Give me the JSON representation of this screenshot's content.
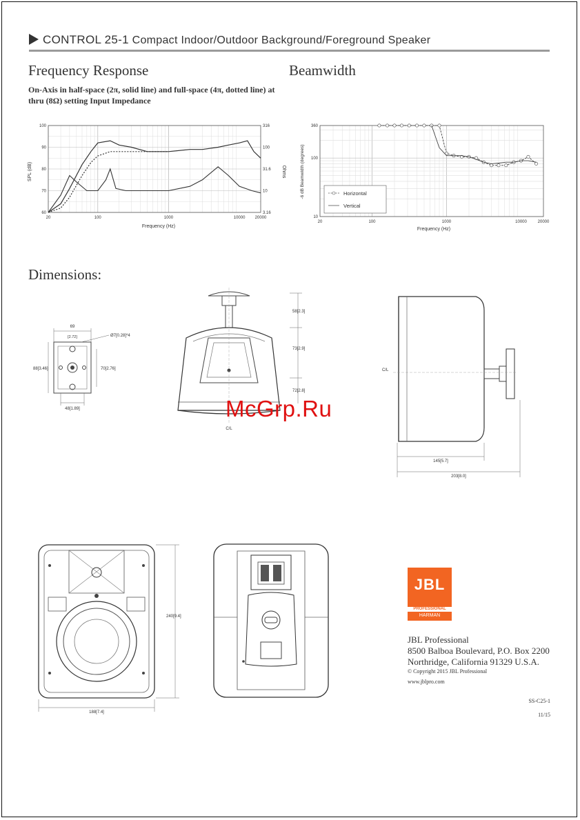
{
  "header": {
    "model": "CONTROL 25-1",
    "title": "Compact Indoor/Outdoor Background/Foreground Speaker"
  },
  "sections": {
    "frequency_response": "Frequency Response",
    "frequency_subtitle": "On-Axis in half-space (2π, solid line) and full-space (4π, dotted line) at thru (8Ω) setting Input Impedance",
    "beamwidth": "Beamwidth",
    "dimensions": "Dimensions:"
  },
  "chart_data": [
    {
      "type": "line",
      "x_scale": "log",
      "xlim": [
        20,
        20000
      ],
      "ylim": [
        60,
        100
      ],
      "xlabel": "Frequency (Hz)",
      "ylabel": "SPL (dB)",
      "y2label": "Ohms",
      "x_ticks": [
        "20",
        "100",
        "1000",
        "10000",
        "20000"
      ],
      "y_ticks": [
        "60",
        "70",
        "80",
        "90",
        "100"
      ],
      "y2_ticks": [
        "3.16",
        "10",
        "31.6",
        "100",
        "316"
      ],
      "series": [
        {
          "style": "solid",
          "x": [
            20,
            30,
            40,
            60,
            80,
            100,
            150,
            200,
            300,
            500,
            700,
            1000,
            2000,
            3000,
            5000,
            7000,
            10000,
            13000,
            16000,
            20000
          ],
          "y": [
            60,
            64,
            71,
            82,
            88,
            92,
            93,
            91,
            90,
            88,
            88,
            88,
            89,
            89,
            90,
            91,
            92,
            93,
            88,
            85
          ]
        },
        {
          "style": "dotted",
          "x": [
            20,
            30,
            40,
            60,
            80,
            100,
            150,
            200,
            300,
            500,
            700,
            1000
          ],
          "y": [
            60,
            62,
            67,
            77,
            83,
            86,
            88,
            88,
            88,
            88,
            88,
            88
          ]
        },
        {
          "style": "impedance",
          "x": [
            20,
            30,
            40,
            50,
            70,
            100,
            130,
            150,
            180,
            250,
            500,
            1000,
            2000,
            3000,
            5000,
            7000,
            10000,
            15000,
            20000
          ],
          "y": [
            60,
            68,
            77,
            74,
            70,
            70,
            75,
            80,
            71,
            70,
            70,
            70,
            72,
            75,
            81,
            77,
            72,
            70,
            69
          ]
        }
      ]
    },
    {
      "type": "line",
      "x_scale": "log",
      "y_scale": "log",
      "xlim": [
        20,
        20000
      ],
      "ylim": [
        10,
        360
      ],
      "xlabel": "Frequency (Hz)",
      "ylabel": "-6 dB Beamwidth (degrees)",
      "x_ticks": [
        "20",
        "100",
        "1000",
        "10000",
        "20000"
      ],
      "y_ticks": [
        "10",
        "100",
        "360"
      ],
      "legend": "bottom-left",
      "series": [
        {
          "name": "Horizontal",
          "marker": "circle",
          "x": [
            125,
            160,
            200,
            250,
            315,
            400,
            500,
            630,
            800,
            1000,
            1250,
            1600,
            2000,
            2500,
            3150,
            4000,
            5000,
            6300,
            8000,
            10000,
            12500,
            16000
          ],
          "y": [
            360,
            360,
            360,
            360,
            360,
            360,
            360,
            360,
            360,
            120,
            110,
            105,
            105,
            100,
            85,
            75,
            75,
            75,
            85,
            90,
            105,
            80
          ]
        },
        {
          "name": "Vertical",
          "marker": "none",
          "x": [
            630,
            800,
            1000,
            1250,
            1600,
            2000,
            2500,
            3150,
            4000,
            5000,
            6300,
            8000,
            10000,
            12500,
            16000
          ],
          "y": [
            360,
            150,
            110,
            110,
            110,
            105,
            95,
            85,
            80,
            82,
            85,
            85,
            90,
            90,
            85
          ]
        }
      ]
    }
  ],
  "dimension_labels": {
    "w69": "69",
    "w69_in": "[2.72]",
    "hole": "Ø7[0.28]*4",
    "h88": "88[3.46]",
    "h70": "70[2.76]",
    "w48": "48[1.89]",
    "d58": "58[2.3]",
    "d73a": "73[2.9]",
    "d72": "72[2.8]",
    "ca1": "C/L",
    "ca2": "C/L",
    "d145": "145[5.7]",
    "d203": "203[8.0]",
    "h240": "240[9.4]",
    "w188": "188[7.4]"
  },
  "watermark": "McGrp.Ru",
  "logo": {
    "brand": "JBL",
    "line1": "PROFESSIONAL",
    "line2": "HARMAN"
  },
  "contact": {
    "company": "JBL Professional",
    "address1": "8500 Balboa Boulevard, P.O. Box 2200",
    "address2": "Northridge, California 91329 U.S.A.",
    "copyright": "© Copyright 2015 JBL Professional",
    "website": "www.jblpro.com"
  },
  "doc": {
    "number": "SS-C25-1",
    "date": "11/15"
  }
}
